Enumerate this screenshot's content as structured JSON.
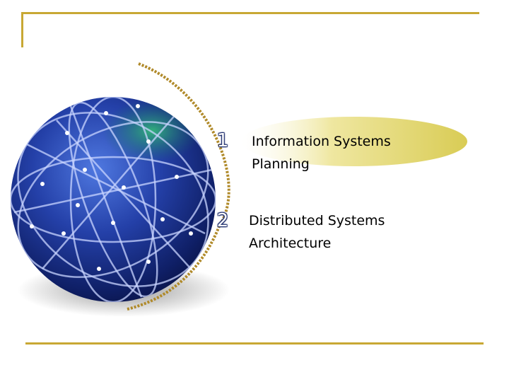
{
  "slide": {
    "items": [
      {
        "number": "1",
        "line1": "Information Systems",
        "line2": "Planning"
      },
      {
        "number": "2",
        "line1": "Distributed Systems",
        "line2": "Architecture"
      }
    ]
  },
  "colors": {
    "frame": "#c8a834",
    "arc": "#b08a2a",
    "highlight": "#e8de7a",
    "globe": "#1e3a9a"
  },
  "icons": {
    "globe": "network-globe-icon"
  },
  "state": {
    "highlighted_item": 1
  }
}
